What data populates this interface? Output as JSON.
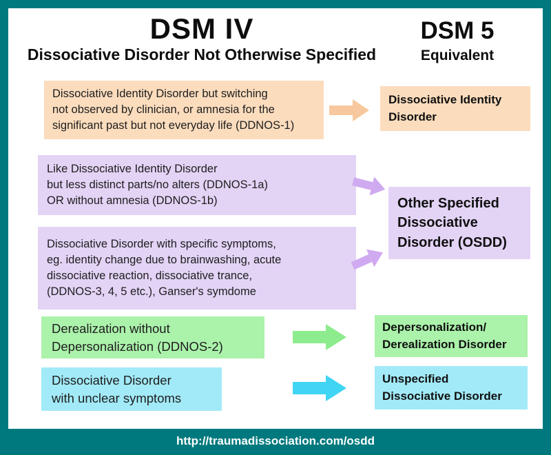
{
  "header": {
    "dsm4_title": "DSM IV",
    "dsm4_subtitle": "Dissociative Disorder Not Otherwise Specified",
    "dsm5_title": "DSM 5",
    "dsm5_subtitle": "Equivalent"
  },
  "mappings": {
    "did": {
      "source": "Dissociative Identity Disorder but switching\nnot observed by clinician, or amnesia for the\nsignificant past but not everyday life (DDNOS-1)",
      "target": "Dissociative Identity\nDisorder"
    },
    "osdd": {
      "source_a": "Like Dissociative Identity Disorder\nbut less distinct parts/no alters (DDNOS-1a)\nOR without amnesia (DDNOS-1b)",
      "source_b": "Dissociative Disorder with specific symptoms,\neg. identity change due to brainwashing, acute\ndissociative reaction, dissociative trance,\n(DDNOS-3, 4, 5 etc.), Ganser's symdome",
      "target": "Other Specified\nDissociative\nDisorder (OSDD)"
    },
    "ddd": {
      "source": "Derealization without\nDepersonalization (DDNOS-2)",
      "target": "Depersonalization/\nDerealization Disorder"
    },
    "udd": {
      "source": "Dissociative Disorder\nwith unclear symptoms",
      "target": "Unspecified\nDissociative Disorder"
    }
  },
  "footer": {
    "url": "http://traumadissociation.com/osdd"
  },
  "colors": {
    "border_teal": "#00797e",
    "peach_box": "#fbdcbd",
    "peach_arrow": "#f7c89d",
    "purple_box": "#e3d3f5",
    "purple_arrow": "#d0aaf0",
    "green_box": "#abf2ab",
    "green_arrow": "#8dec8d",
    "cyan_box": "#a2eaf8",
    "cyan_arrow": "#3fd5f3",
    "footer_text": "#ffffff"
  }
}
